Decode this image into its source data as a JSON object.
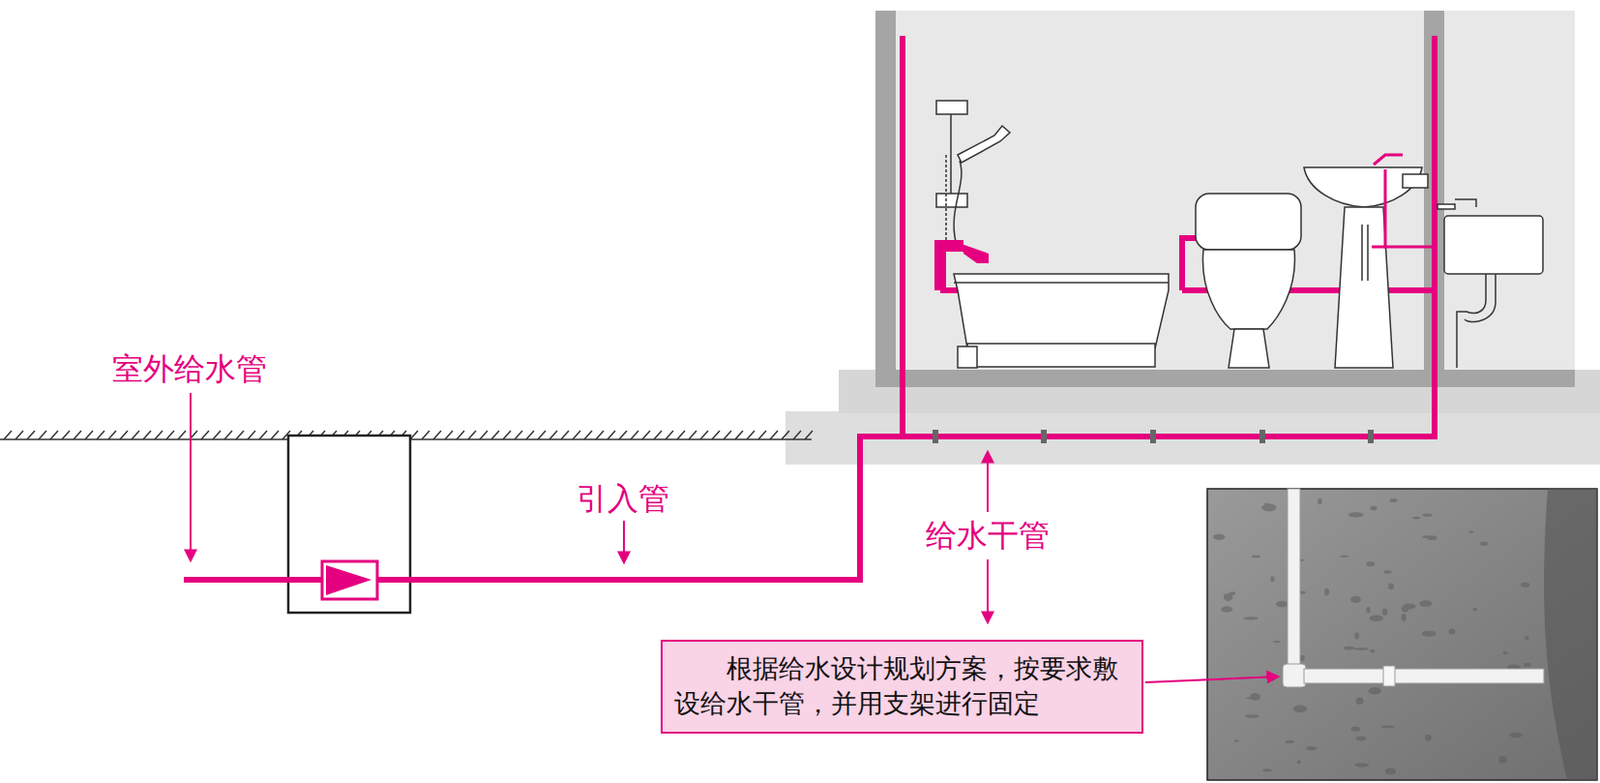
{
  "diagram": {
    "nodes": [
      {
        "text": [
          "根据给水设计规划方案，按要求敷设给水干管，并用支架进行固定"
        ]
      }
    ],
    "labels": [
      "室外给水管",
      "引入管",
      "给水干管"
    ]
  }
}
